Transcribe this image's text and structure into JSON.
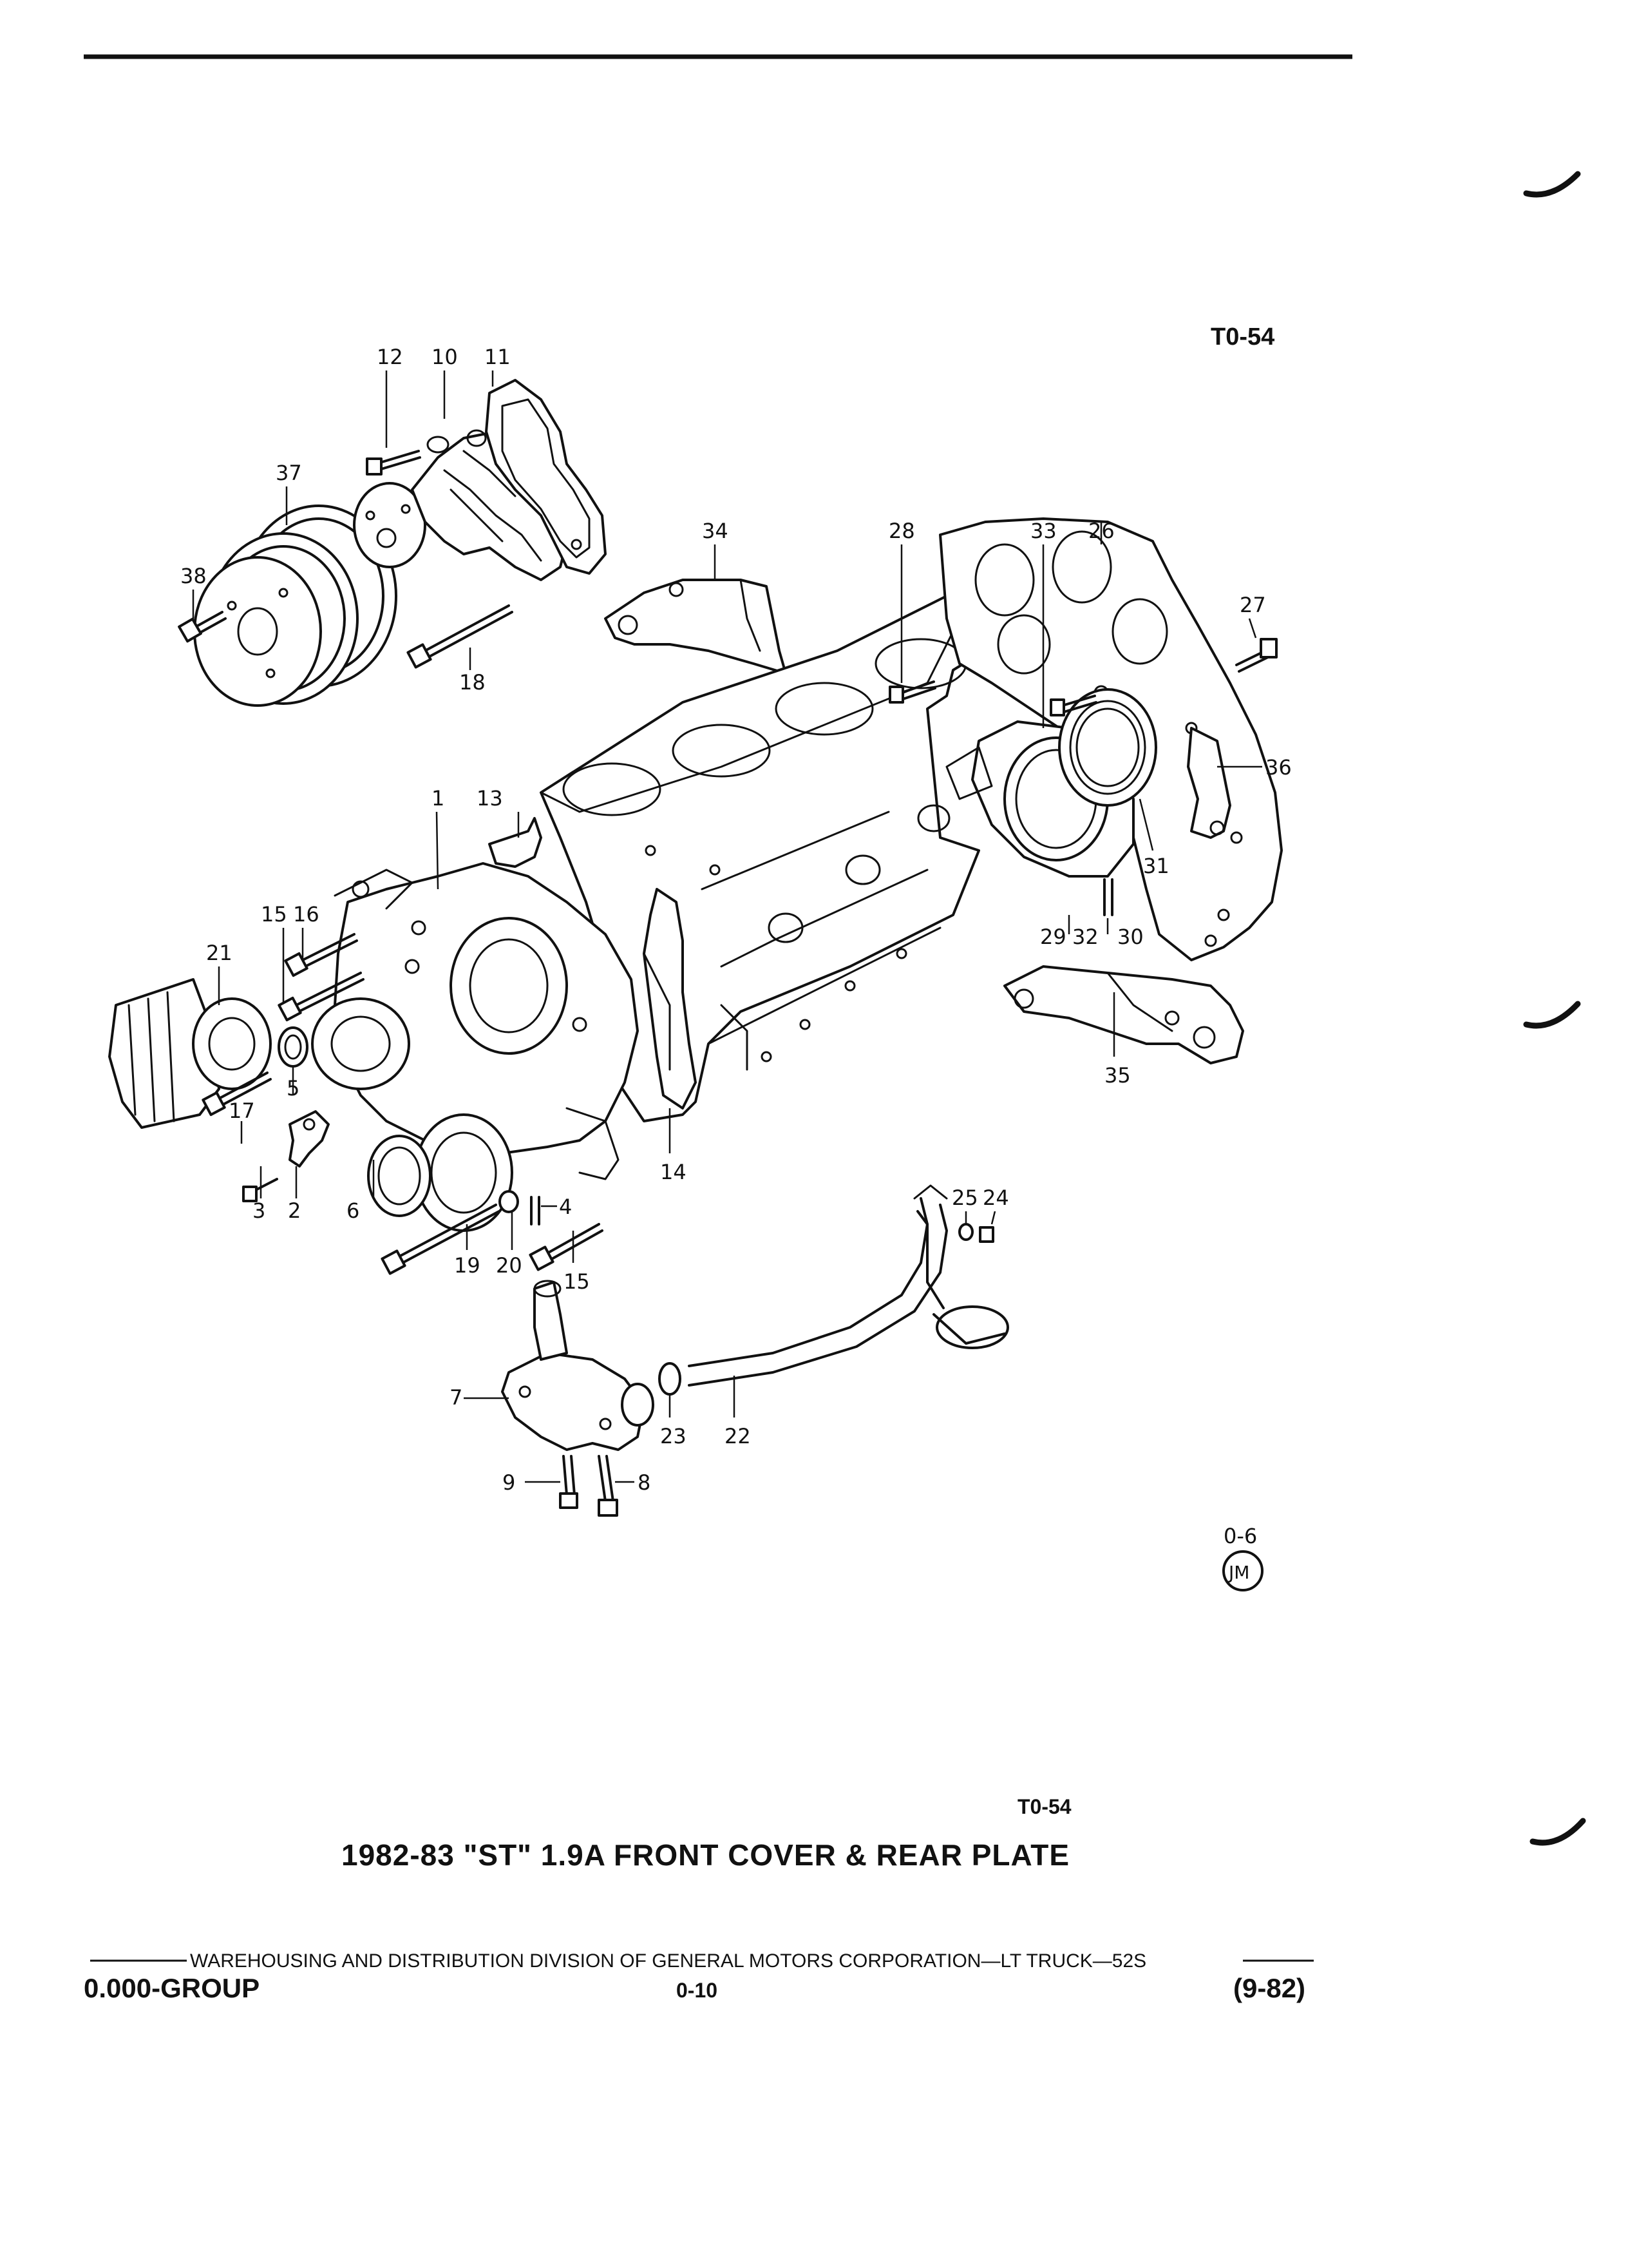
{
  "diagram_code_top": "T0-54",
  "diagram_code_bottom": "T0-54",
  "title": "1982-83 \"ST\" 1.9A FRONT COVER & REAR PLATE",
  "stamp": {
    "ref": "0-6",
    "initials": "JM"
  },
  "footer": {
    "division_line": "WAREHOUSING AND DISTRIBUTION  DIVISION OF GENERAL MOTORS CORPORATION—LT TRUCK—52S",
    "group": "0.000-GROUP",
    "page": "0-10",
    "date": "(9-82)"
  },
  "callouts": {
    "c1": "1",
    "c2": "2",
    "c3": "3",
    "c4": "4",
    "c5": "5",
    "c6": "6",
    "c7": "7",
    "c8": "8",
    "c9": "9",
    "c10": "10",
    "c11": "11",
    "c12": "12",
    "c13": "13",
    "c14": "14",
    "c15a": "15",
    "c15b": "15",
    "c16": "16",
    "c17": "17",
    "c18": "18",
    "c19": "19",
    "c20": "20",
    "c21": "21",
    "c22": "22",
    "c23": "23",
    "c24": "24",
    "c25": "25",
    "c26": "26",
    "c27": "27",
    "c28": "28",
    "c29": "29",
    "c30": "30",
    "c31": "31",
    "c32": "32",
    "c33": "33",
    "c34": "34",
    "c35": "35",
    "c36": "36",
    "c37": "37",
    "c38": "38"
  }
}
